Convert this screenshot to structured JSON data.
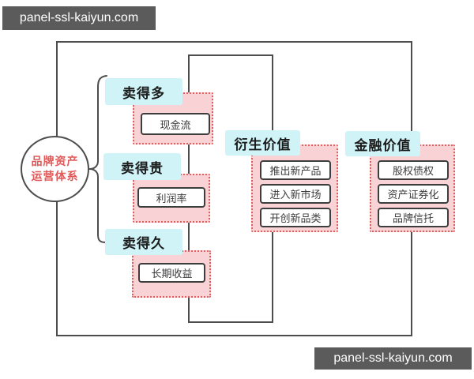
{
  "watermarks": {
    "top_left": "panel-ssl-kaiyun.com",
    "bottom_right": "panel-ssl-kaiyun.com"
  },
  "root": {
    "line1": "品牌资产",
    "line2": "运营体系"
  },
  "branches": [
    {
      "label": "卖得多",
      "items": [
        "现金流"
      ]
    },
    {
      "label": "卖得贵",
      "items": [
        "利润率"
      ]
    },
    {
      "label": "卖得久",
      "items": [
        "长期收益"
      ]
    },
    {
      "label": "衍生价值",
      "items": [
        "推出新产品",
        "进入新市场",
        "开创新品类"
      ]
    },
    {
      "label": "金融价值",
      "items": [
        "股权债权",
        "资产证券化",
        "品牌信托"
      ]
    }
  ],
  "colors": {
    "label_cyan": "#cff3f6",
    "container_pink": "#f9d2d6",
    "dotted_border_red": "#dd5f5f",
    "connector_dark": "#4d4d4d",
    "root_text_red": "#e05858",
    "watermark_bg": "#5b5b5b"
  }
}
